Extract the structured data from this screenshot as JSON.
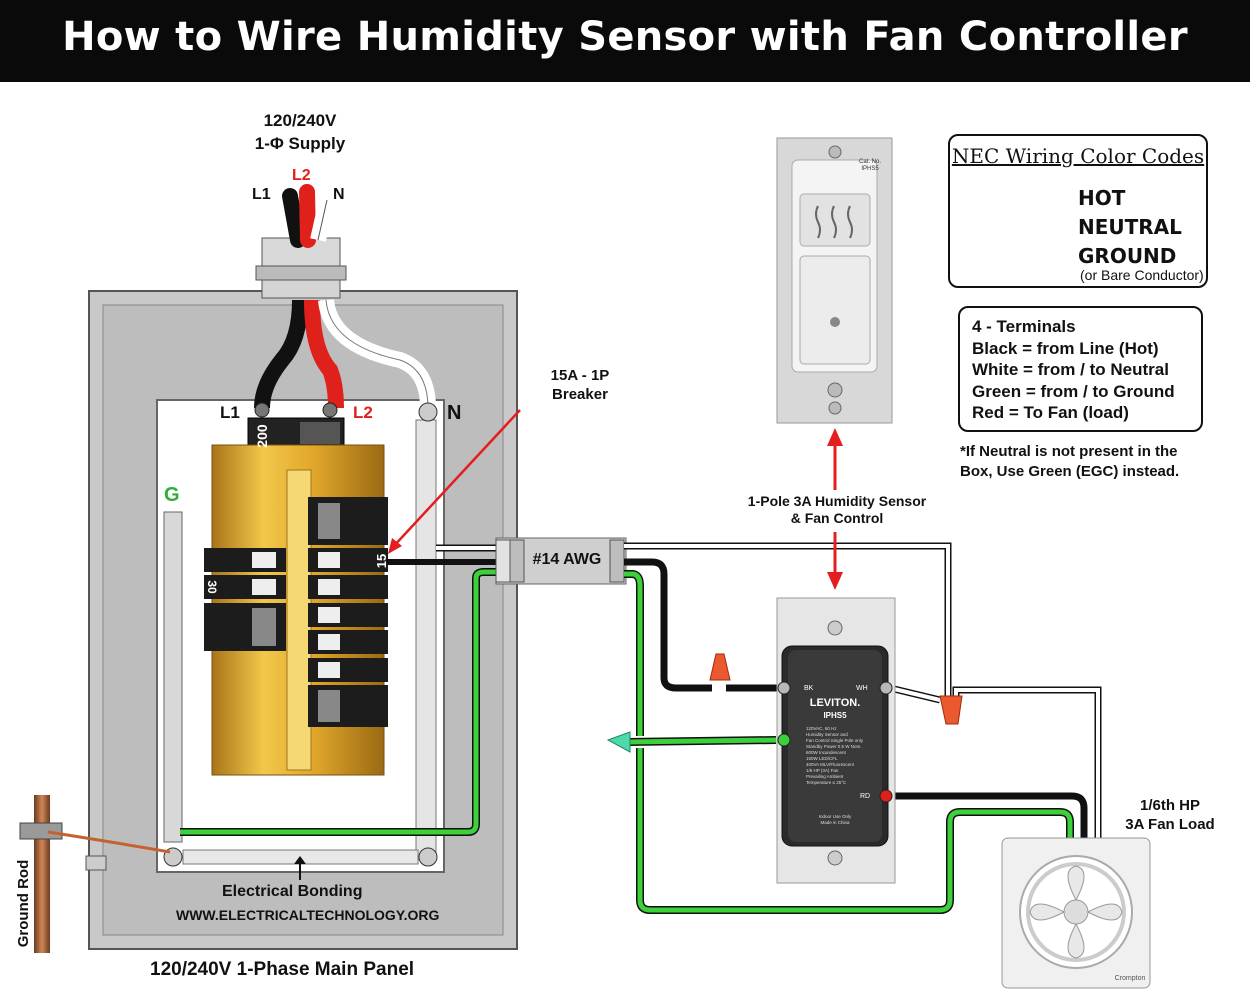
{
  "title": "How to Wire Humidity Sensor with Fan Controller",
  "supply": {
    "voltage": "120/240V",
    "phase": "1-Φ Supply",
    "l1": "L1",
    "l2": "L2",
    "n": "N"
  },
  "panel": {
    "l1": "L1",
    "l2": "L2",
    "n": "N",
    "g": "G",
    "main_rating": "200",
    "breaker_15": "15",
    "breaker_30": "30",
    "bonding": "Electrical Bonding",
    "website": "WWW.ELECTRICALTECHNOLOGY.ORG",
    "caption": "120/240V 1-Phase Main Panel"
  },
  "ground_rod": "Ground Rod",
  "breaker_callout": {
    "line1": "15A - 1P",
    "line2": "Breaker"
  },
  "cable": "#14 AWG",
  "sensor": {
    "callout_line1": "1-Pole 3A Humidity Sensor",
    "callout_line2": "& Fan Control",
    "brand": "LEVITON.",
    "model": "IPHS5",
    "bk": "BK",
    "wh": "WH",
    "rd": "RD",
    "cat_no": "Cat. No.",
    "cat_model": "IPHS5",
    "spec": [
      "120VAC, 60 Hz",
      "Humidity Sensor and",
      "Fan Control Single Pole only",
      "Standby Power 0.5 W Nom.",
      "600W Incandescent",
      "150W LED/CFL",
      "400VA MLV/Fluorescent",
      "1/6 HP (3A) Fan",
      "Prevailing Ambient",
      "Temperature ≤ 25°C"
    ],
    "indoor": "Indoor Use Only",
    "made": "Made in China"
  },
  "fan": {
    "line1": "1/6th HP",
    "line2": "3A Fan Load",
    "brand": "Crompton"
  },
  "legend": {
    "title": "NEC Wiring  Color Codes",
    "hot": "HOT",
    "neutral": "NEUTRAL",
    "ground": "GROUND",
    "ground_note": "(or Bare Conductor)"
  },
  "terminals": [
    "4 - Terminals",
    "Black = from Line (Hot)",
    "White = from / to Neutral",
    "Green = from / to Ground",
    "Red = To Fan (load)"
  ],
  "note": [
    "*If Neutral is not present in the",
    "Box, Use Green (EGC) instead."
  ],
  "colors": {
    "hot": "#111111",
    "l2": "#e0201b",
    "neutral": "#ffffff",
    "ground": "#2fae3a",
    "ground_stripe": "#e8e23a",
    "busbar": "#d9a520",
    "callout": "#e41e1e"
  }
}
